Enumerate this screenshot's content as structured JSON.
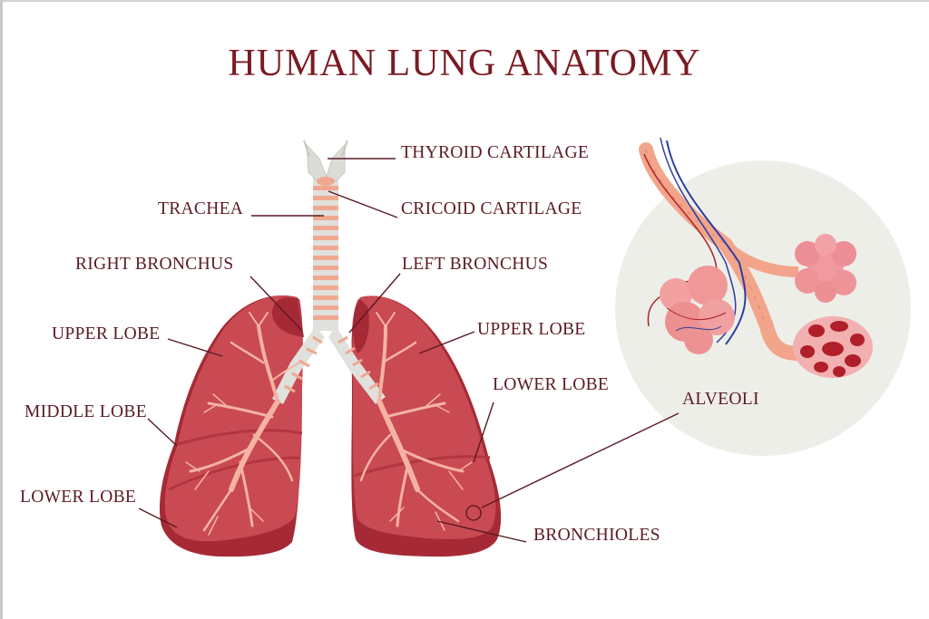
{
  "title": "HUMAN LUNG ANATOMY",
  "colors": {
    "title": "#7a1a22",
    "label": "#5a1a24",
    "leader_line": "#5a1a24",
    "lung": "#c94a52",
    "lung_dark": "#a62a35",
    "bronchi": "#f4b3a0",
    "cartilage": "#e0e0dc",
    "inset_circle": "#eeeee8",
    "vein": "#2c3fa0",
    "artery": "#b0202a"
  },
  "labels": {
    "thyroid_cartilage": "THYROID CARTILAGE",
    "cricoid_cartilage": "CRICOID CARTILAGE",
    "trachea": "TRACHEA",
    "right_bronchus": "RIGHT BRONCHUS",
    "left_bronchus": "LEFT BRONCHUS",
    "right_upper_lobe": "UPPER LOBE",
    "right_middle_lobe": "MIDDLE LOBE",
    "right_lower_lobe": "LOWER LOBE",
    "left_upper_lobe": "UPPER LOBE",
    "left_lower_lobe": "LOWER LOBE",
    "alveoli": "ALVEOLI",
    "bronchioles": "BRONCHIOLES"
  }
}
